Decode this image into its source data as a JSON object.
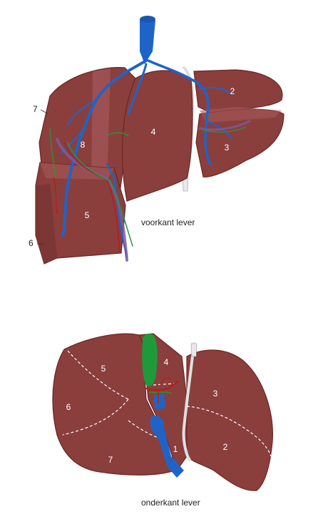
{
  "captions": {
    "front": "voorkant lever",
    "bottom": "onderkant lever"
  },
  "front_view": {
    "segments": [
      {
        "id": "seg-2",
        "label": "2"
      },
      {
        "id": "seg-3",
        "label": "3"
      },
      {
        "id": "seg-4",
        "label": "4"
      },
      {
        "id": "seg-5",
        "label": "5"
      },
      {
        "id": "seg-8",
        "label": "8"
      }
    ],
    "external_labels": [
      {
        "id": "seg-7",
        "label": "7"
      },
      {
        "id": "seg-6",
        "label": "6"
      }
    ]
  },
  "bottom_view": {
    "segments": [
      {
        "id": "seg-1",
        "label": "1"
      },
      {
        "id": "seg-2",
        "label": "2"
      },
      {
        "id": "seg-3",
        "label": "3"
      },
      {
        "id": "seg-4",
        "label": "4"
      },
      {
        "id": "seg-5",
        "label": "5"
      },
      {
        "id": "seg-6",
        "label": "6"
      },
      {
        "id": "seg-7",
        "label": "7"
      }
    ]
  },
  "colors": {
    "liver": "#8a3f3d",
    "liver_edge": "#6b2624",
    "liver_light": "#a5595a",
    "vein": "#1e64c8",
    "artery": "#c01818",
    "bile": "#1f9a3a",
    "portal": "#7a5aa0",
    "ligament": "#e8e8e8"
  }
}
